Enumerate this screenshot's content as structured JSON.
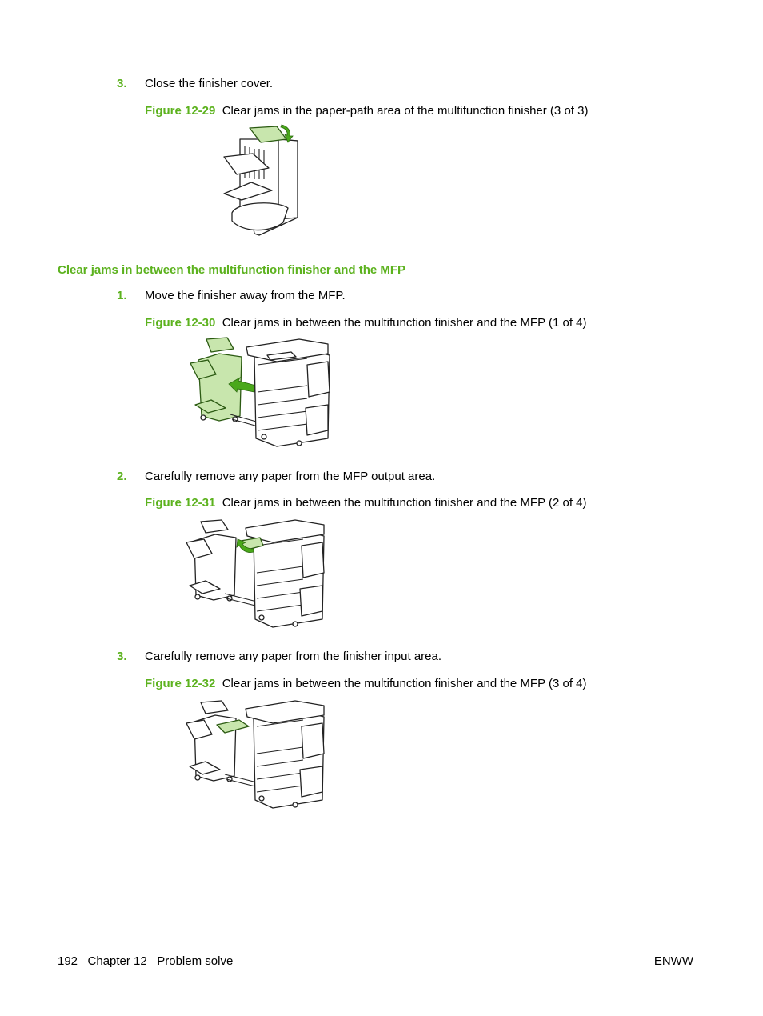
{
  "steps_a": [
    {
      "num": "3.",
      "text": "Close the finisher cover."
    }
  ],
  "figure_29": {
    "label": "Figure 12-29",
    "caption": "Clear jams in the paper-path area of the multifunction finisher (3 of 3)"
  },
  "section_heading": "Clear jams in between the multifunction finisher and the MFP",
  "step_1": {
    "num": "1.",
    "text": "Move the finisher away from the MFP."
  },
  "figure_30": {
    "label": "Figure 12-30",
    "caption": "Clear jams in between the multifunction finisher and the MFP (1 of 4)"
  },
  "step_2": {
    "num": "2.",
    "text": "Carefully remove any paper from the MFP output area."
  },
  "figure_31": {
    "label": "Figure 12-31",
    "caption": "Clear jams in between the multifunction finisher and the MFP (2 of 4)"
  },
  "step_3": {
    "num": "3.",
    "text": "Carefully remove any paper from the finisher input area."
  },
  "figure_32": {
    "label": "Figure 12-32",
    "caption": "Clear jams in between the multifunction finisher and the MFP (3 of 4)"
  },
  "footer": {
    "left": "192   Chapter 12   Problem solve",
    "right": "ENWW"
  },
  "colors": {
    "accent": "#5cb21e",
    "highlight": "#c8e6ad"
  }
}
